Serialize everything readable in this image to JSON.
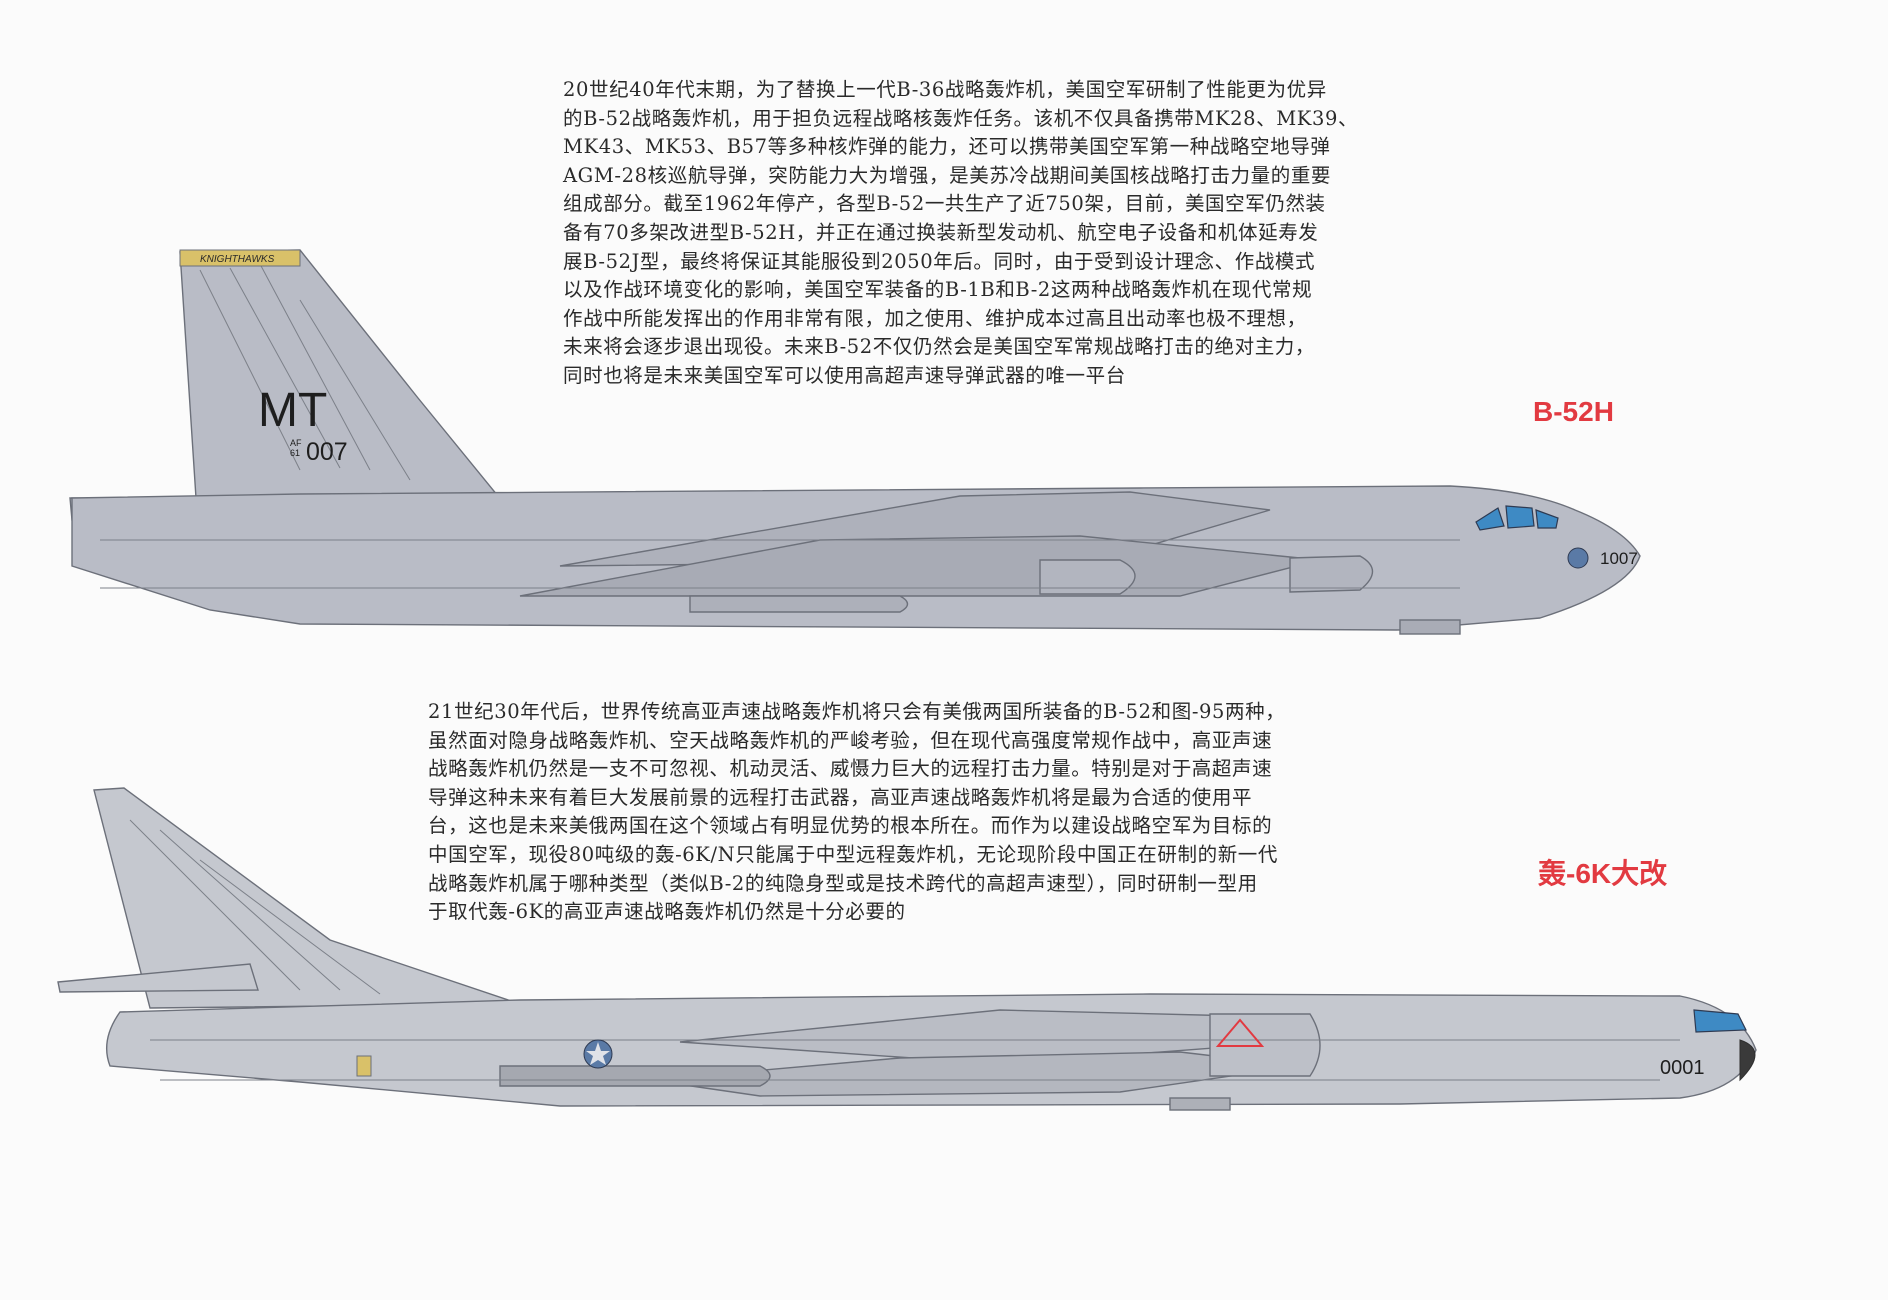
{
  "section1": {
    "lines": [
      "20世纪40年代末期，为了替换上一代B-36战略轰炸机，美国空军研制了性能更为优异",
      "的B-52战略轰炸机，用于担负远程战略核轰炸任务。该机不仅具备携带MK28、MK39、",
      "MK43、MK53、B57等多种核炸弹的能力，还可以携带美国空军第一种战略空地导弹",
      "AGM-28核巡航导弹，突防能力大为增强，是美苏冷战期间美国核战略打击力量的重要",
      "组成部分。截至1962年停产，各型B-52一共生产了近750架，目前，美国空军仍然装",
      "备有70多架改进型B-52H，并正在通过换装新型发动机、航空电子设备和机体延寿发",
      "展B-52J型，最终将保证其能服役到2050年后。同时，由于受到设计理念、作战模式",
      "以及作战环境变化的影响，美国空军装备的B-1B和B-2这两种战略轰炸机在现代常规",
      "作战中所能发挥出的作用非常有限，加之使用、维护成本过高且出动率也极不理想，",
      "未来将会逐步退出现役。未来B-52不仅仍然会是美国空军常规战略打击的绝对主力，",
      "同时也将是未来美国空军可以使用高超声速导弹武器的唯一平台"
    ],
    "label": "B-52H",
    "markings": {
      "tail_band": "KNIGHTHAWKS",
      "tail_code": "MT",
      "serial_prefix_top": "AF",
      "serial_prefix_bottom": "61",
      "serial": "007",
      "nose_number": "1007"
    },
    "colors": {
      "body": "#b9bcc6",
      "line": "#6c707a"
    }
  },
  "section2": {
    "lines": [
      "21世纪30年代后，世界传统高亚声速战略轰炸机将只会有美俄两国所装备的B-52和图-95两种，",
      "虽然面对隐身战略轰炸机、空天战略轰炸机的严峻考验，但在现代高强度常规作战中，高亚声速",
      "战略轰炸机仍然是一支不可忽视、机动灵活、威慑力巨大的远程打击力量。特别是对于高超声速",
      "导弹这种未来有着巨大发展前景的远程打击武器，高亚声速战略轰炸机将是最为合适的使用平",
      "台，这也是未来美俄两国在这个领域占有明显优势的根本所在。而作为以建设战略空军为目标的",
      "中国空军，现役80吨级的轰-6K/N只能属于中型远程轰炸机，无论现阶段中国正在研制的新一代",
      "战略轰炸机属于哪种类型（类似B-2的纯隐身型或是技术跨代的高超声速型），同时研制一型用",
      "于取代轰-6K的高亚声速战略轰炸机仍然是十分必要的"
    ],
    "label": "轰-6K大改",
    "markings": {
      "nose_number": "0001"
    },
    "colors": {
      "body": "#c5c8cf",
      "line": "#6c707a"
    }
  },
  "accent_color": "#e23a41"
}
